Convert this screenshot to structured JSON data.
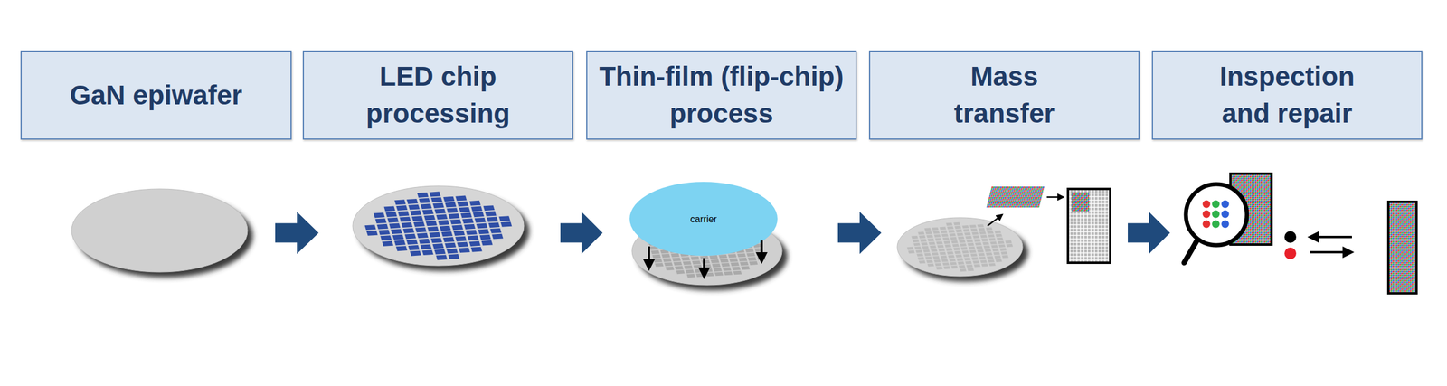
{
  "diagram": {
    "nodes": [
      {
        "text": [
          "GaN epiwafer"
        ]
      },
      {
        "text": [
          "LED chip processing"
        ]
      },
      {
        "text": [
          "Thin-film (flip-chip) process"
        ]
      },
      {
        "text": [
          "Mass transfer"
        ]
      },
      {
        "text": [
          "Inspection and repair"
        ]
      }
    ],
    "labels": [
      "carrier"
    ]
  }
}
